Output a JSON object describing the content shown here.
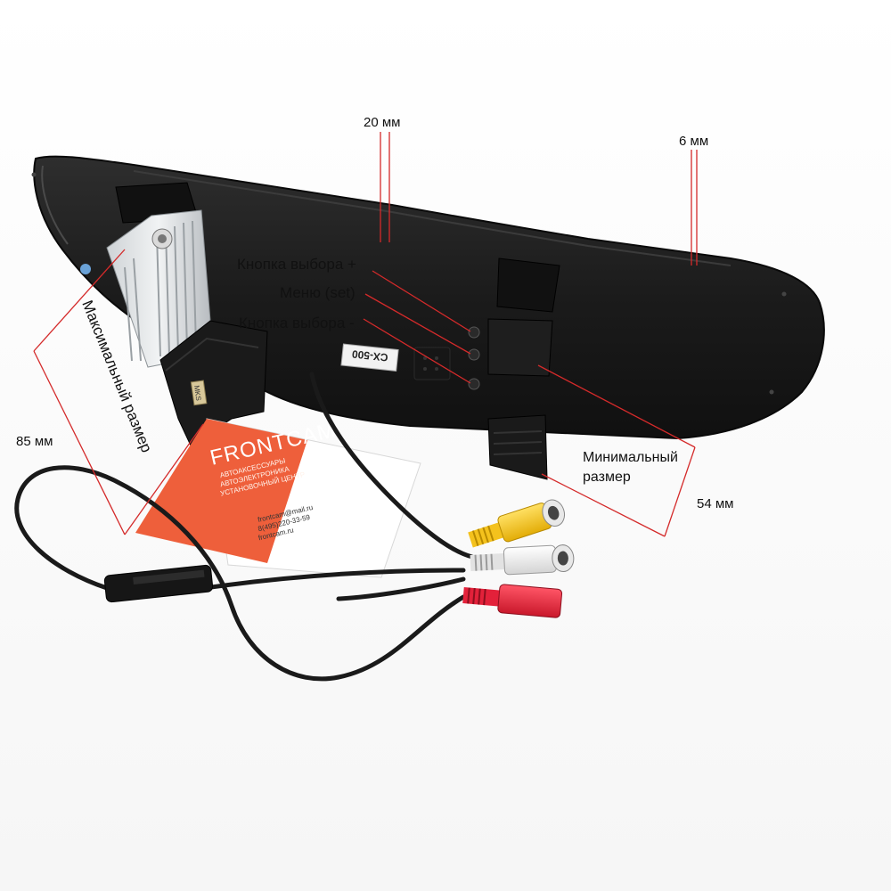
{
  "annotations": {
    "dim_top_center": "20 мм",
    "dim_top_right": "6 мм",
    "button_plus": "Кнопка выбора +",
    "menu_set": "Меню (set)",
    "button_minus": "Кнопка выбора -",
    "max_size": "Максимальный размер",
    "max_size_value": "85 мм",
    "min_size": "Минимальный размер",
    "min_size_line1": "Минимальный",
    "min_size_line2": "размер",
    "min_size_value": "54 мм"
  },
  "device": {
    "model_label": "CX-500",
    "camera_label": "MKS"
  },
  "business_card": {
    "logo": "FRONTCAM",
    "tagline_1": "АВТОАКСЕССУАРЫ",
    "tagline_2": "АВТОЭЛЕКТРОНИКА",
    "tagline_3": "УСТАНОВОЧНЫЙ ЦЕНТР",
    "email": "frontcam@mail.ru",
    "phone": "8(495)220-33-59",
    "site": "frontcam.ru"
  },
  "colors": {
    "annotation_line": "#d42a2a",
    "card_orange": "#ee5f3b",
    "rca_yellow": "#f4c21d",
    "rca_white": "#ececec",
    "rca_red": "#e3213a"
  }
}
